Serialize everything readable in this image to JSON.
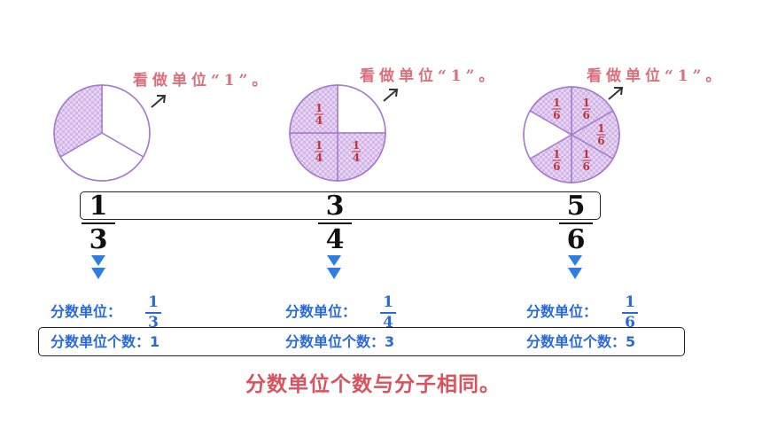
{
  "note_text": "看做单位“1”。",
  "colors": {
    "pie_fill": "#e7d3f2",
    "pie_stroke": "#a57bcf",
    "note": "#d9707a",
    "blue": "#2a6ad8",
    "conclusion": "#d9535f"
  },
  "pies": [
    {
      "slices": 3,
      "shaded": 1,
      "slice_label": {
        "num": "",
        "den": ""
      }
    },
    {
      "slices": 4,
      "shaded": 3,
      "slice_label": {
        "num": "1",
        "den": "4"
      }
    },
    {
      "slices": 6,
      "shaded": 5,
      "slice_label": {
        "num": "1",
        "den": "6"
      }
    }
  ],
  "fractions": [
    {
      "num": "1",
      "den": "3"
    },
    {
      "num": "3",
      "den": "4"
    },
    {
      "num": "5",
      "den": "6"
    }
  ],
  "unit_prefix": "分数单位：",
  "units": [
    {
      "num": "1",
      "den": "3"
    },
    {
      "num": "1",
      "den": "4"
    },
    {
      "num": "1",
      "den": "6"
    }
  ],
  "counts": [
    "分数单位个数：1",
    "分数单位个数：3",
    "分数单位个数：5"
  ],
  "conclusion": "分数单位个数与分子相同。"
}
